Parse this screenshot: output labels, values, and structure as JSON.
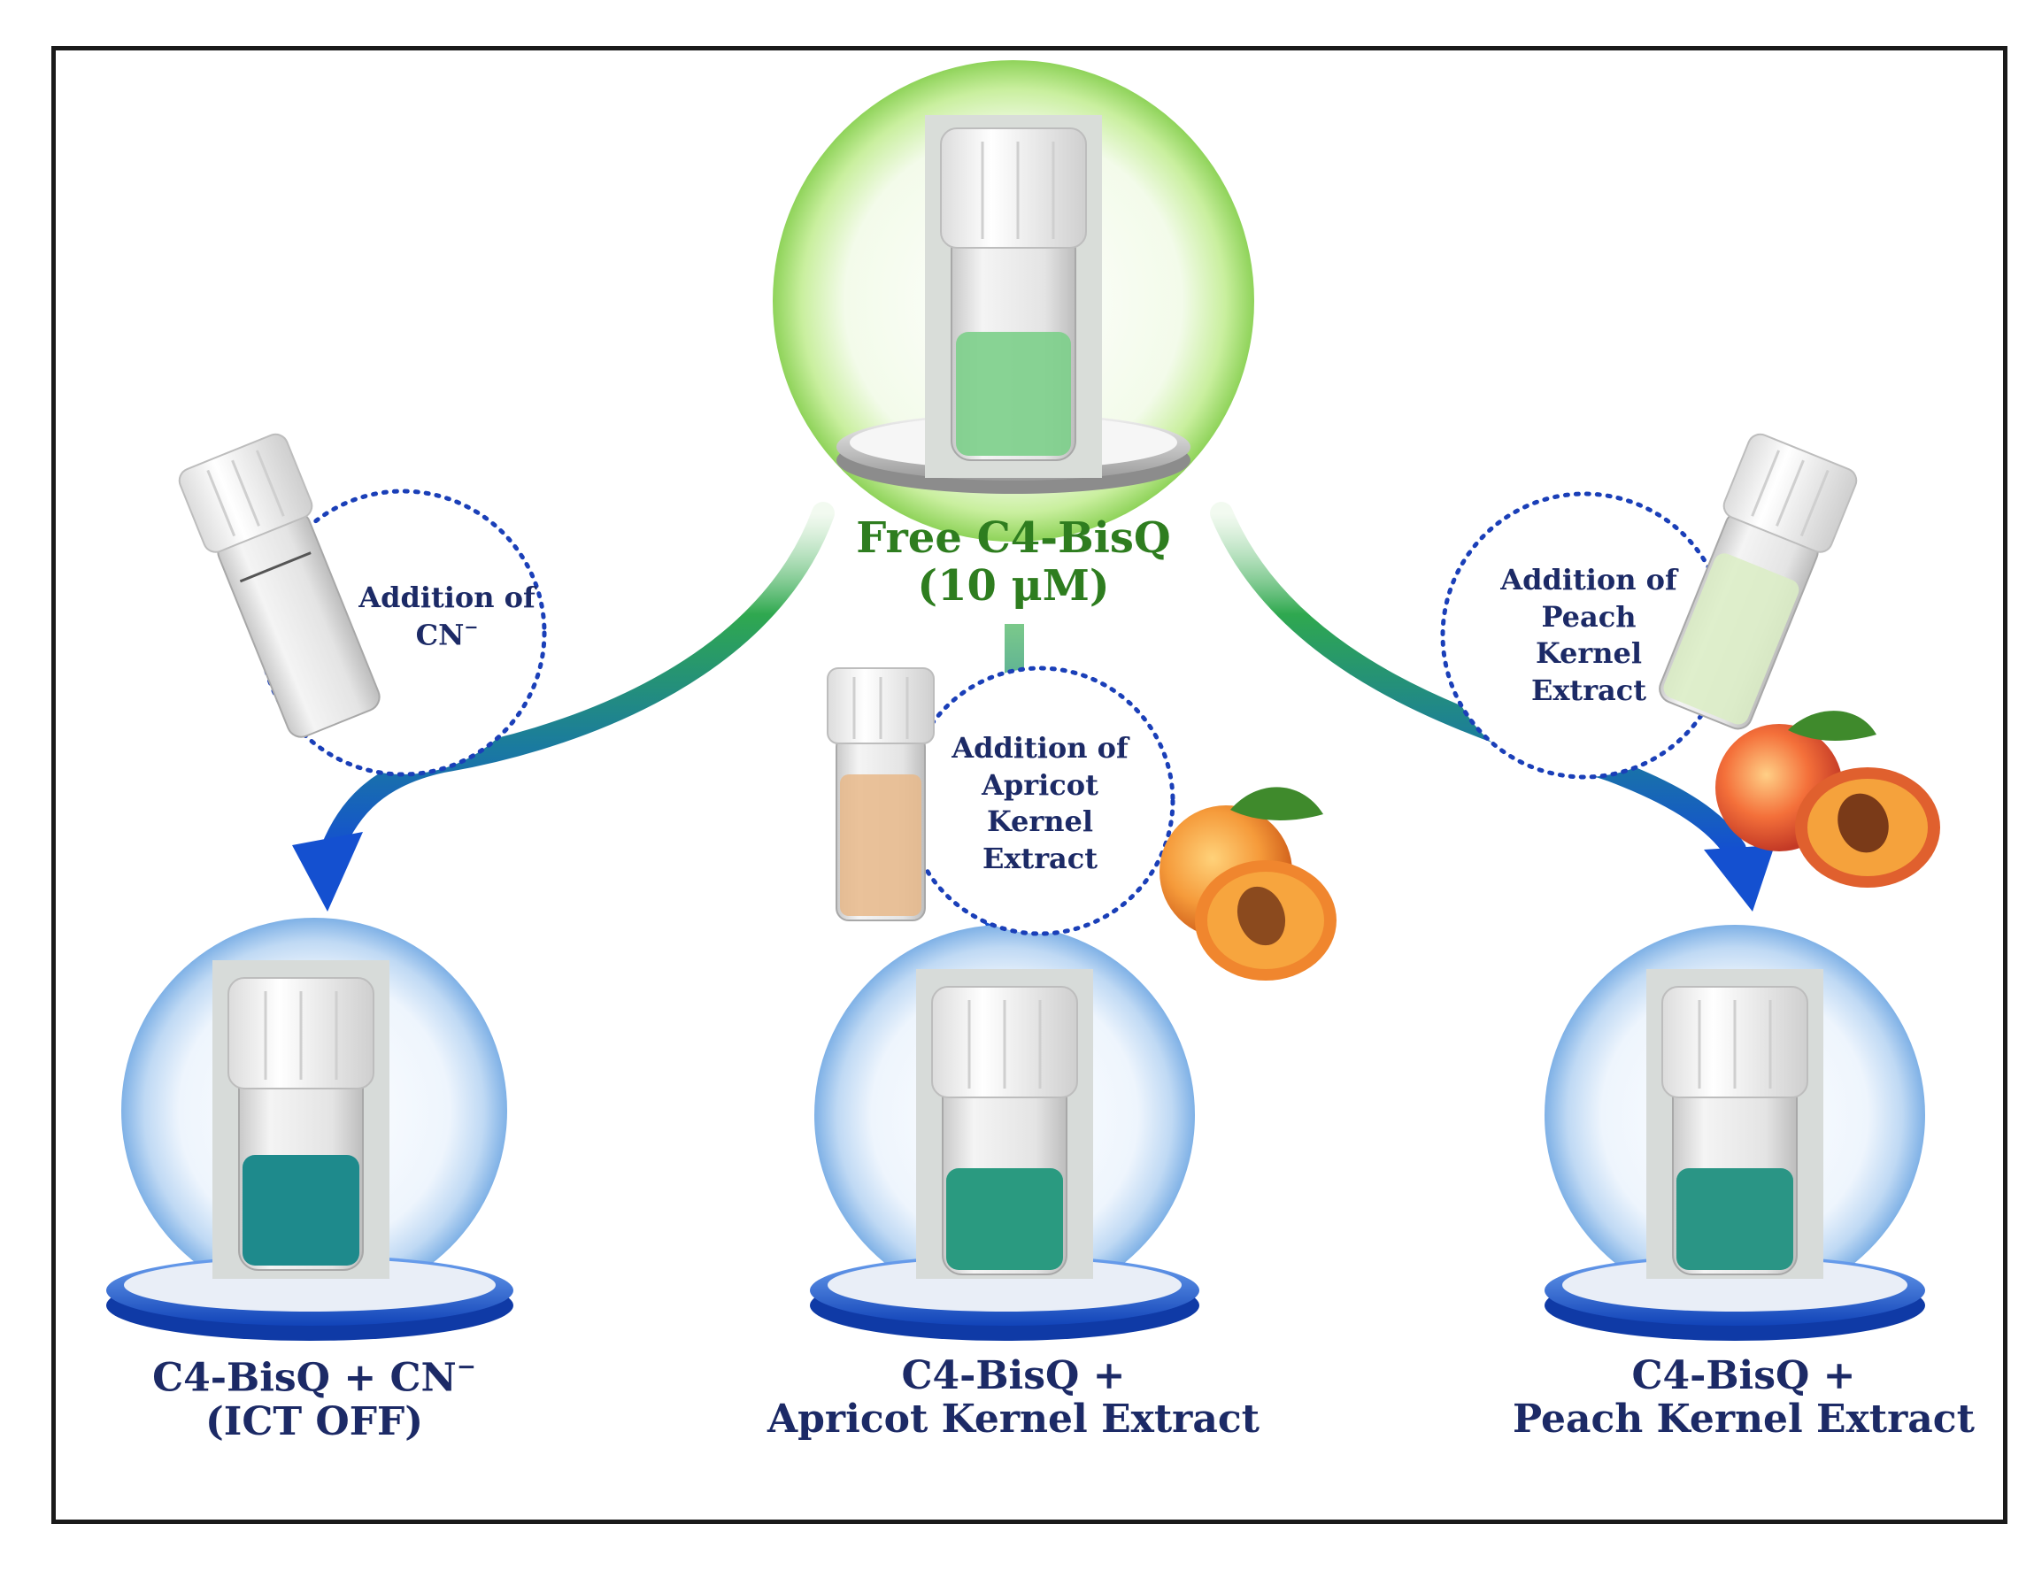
{
  "top": {
    "line1": "Free C4-BisQ",
    "line2": "(10 μM)"
  },
  "additions": {
    "cn": {
      "line1": "Addition of",
      "line2": "CN",
      "sup": "−"
    },
    "apricot": {
      "line1": "Addition of",
      "line2": "Apricot",
      "line3": "Kernel",
      "line4": "Extract"
    },
    "peach": {
      "line1": "Addition of",
      "line2": "Peach",
      "line3": "Kernel",
      "line4": "Extract"
    }
  },
  "products": {
    "cn": {
      "line1_prefix": "C4-BisQ + CN",
      "sup": "−",
      "line2": "(ICT OFF)"
    },
    "apricot": {
      "line1": "C4-BisQ +",
      "line2": "Apricot Kernel Extract"
    },
    "peach": {
      "line1": "C4-BisQ +",
      "line2": "Peach Kernel Extract"
    }
  },
  "colors": {
    "free_solution": "#7ccf8a",
    "cn_solution": "#1e8a8c",
    "apricot_solution": "#2a9a80",
    "peach_solution": "#2a9585",
    "arrow_green": "#2fa84f",
    "arrow_blue": "#1450d0",
    "text_green": "#2e7d1f",
    "text_navy": "#1c2a66"
  }
}
